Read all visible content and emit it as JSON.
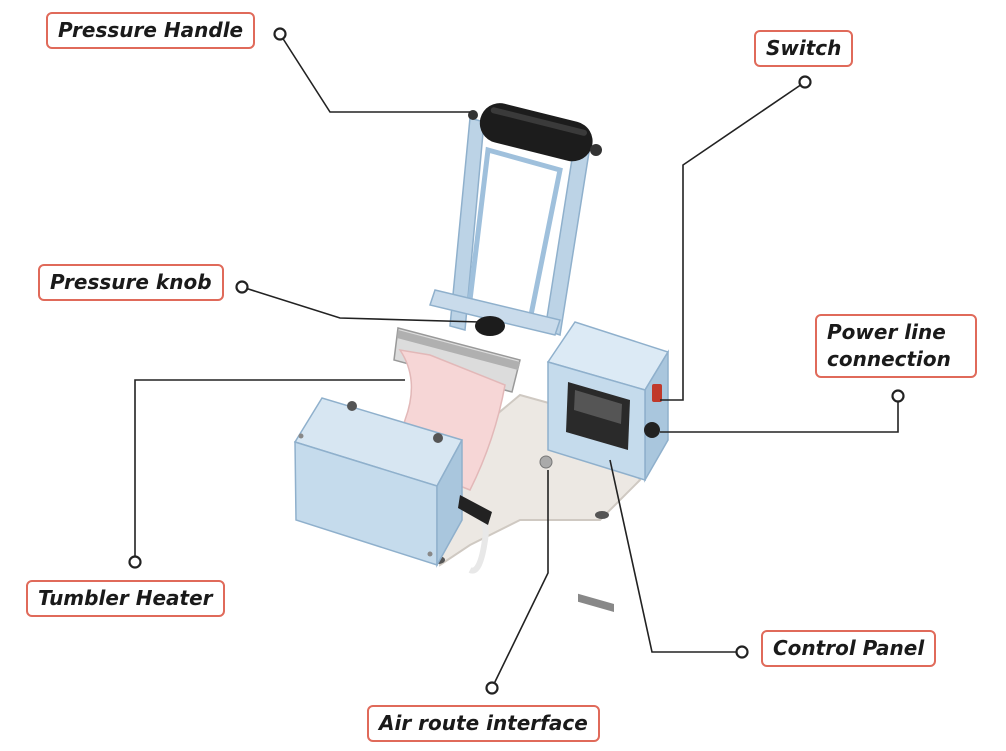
{
  "diagram": {
    "subject": "mug heat press machine",
    "labels": {
      "pressure_handle": "Pressure Handle",
      "switch": "Switch",
      "pressure_knob": "Pressure knob",
      "power_line_connection_1": "Power line",
      "power_line_connection_2": "connection",
      "tumbler_heater": "Tumbler Heater",
      "control_panel": "Control Panel",
      "air_route_interface": "Air route interface"
    },
    "colors": {
      "label_border": "#e06a5a",
      "label_text": "#1a1a1a",
      "leader_line": "#222222",
      "machine_blue": "#c7dcec",
      "machine_frame": "#9fc0dc",
      "base": "#eae6e0",
      "heater_pad": "#f6d6d6",
      "handle_grip": "#1c1c1c"
    }
  }
}
